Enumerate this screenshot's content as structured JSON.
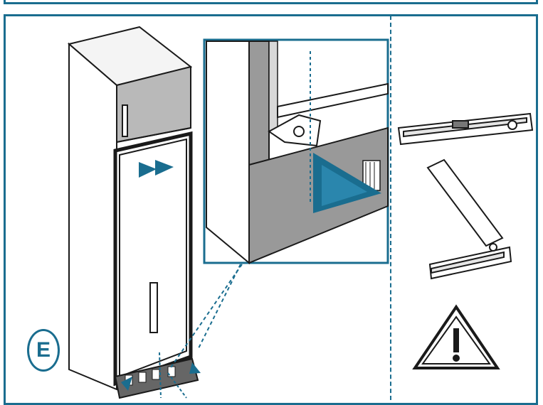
{
  "step_badge": {
    "label": "E"
  },
  "colors": {
    "accent": "#1a6d8f",
    "panel_gray": "#b7b7b7",
    "line": "#1a1a1a"
  },
  "icons": [
    "fridge-illustration",
    "hinge-closeup",
    "arrow-pair",
    "hinge-part",
    "warning-triangle-icon"
  ]
}
